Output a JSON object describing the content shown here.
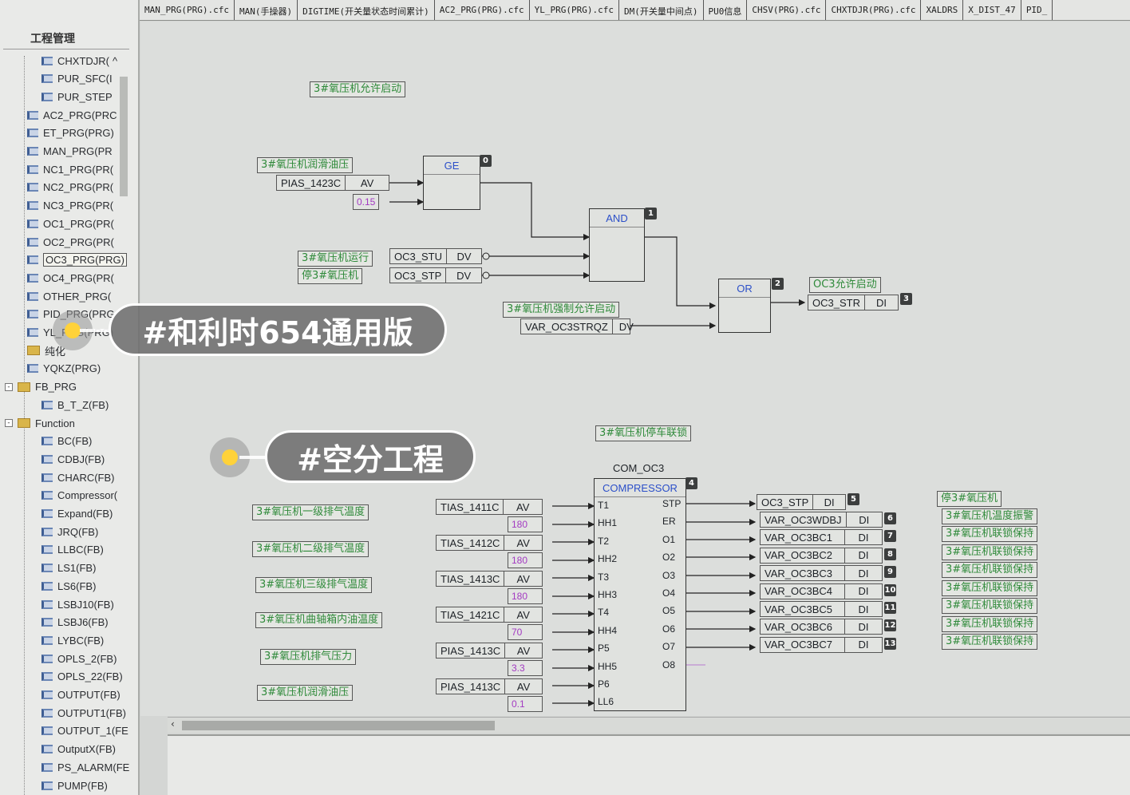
{
  "tree": {
    "title": "工程管理",
    "items": [
      {
        "label": "CHXTDJR(",
        "icon": "program-icon",
        "suffix": "^"
      },
      {
        "label": "PUR_SFC(I",
        "icon": "sfc-icon"
      },
      {
        "label": "PUR_STEP",
        "icon": "list-icon"
      },
      {
        "label": "AC2_PRG(PRC",
        "icon": "program-icon"
      },
      {
        "label": "ET_PRG(PRG)",
        "icon": "program-icon"
      },
      {
        "label": "MAN_PRG(PR",
        "icon": "program-icon"
      },
      {
        "label": "NC1_PRG(PR(",
        "icon": "program-icon"
      },
      {
        "label": "NC2_PRG(PR(",
        "icon": "program-icon"
      },
      {
        "label": "NC3_PRG(PR(",
        "icon": "program-icon"
      },
      {
        "label": "OC1_PRG(PR(",
        "icon": "program-icon"
      },
      {
        "label": "OC2_PRG(PR(",
        "icon": "program-icon"
      },
      {
        "label": "OC3_PRG(PRG)",
        "icon": "program-icon",
        "selected": true
      },
      {
        "label": "OC4_PRG(PR(",
        "icon": "program-icon"
      },
      {
        "label": "OTHER_PRG(",
        "icon": "program-icon"
      },
      {
        "label": "PID_PRG(PRG",
        "icon": "program-icon"
      },
      {
        "label": "YL_PRG(PRG)",
        "icon": "program-icon"
      },
      {
        "label": "纯化",
        "icon": "folder-icon"
      },
      {
        "label": "YQKZ(PRG)",
        "icon": "program-icon"
      },
      {
        "label": "FB_PRG",
        "icon": "folder-icon",
        "expander": "-"
      },
      {
        "label": "B_T_Z(FB)",
        "icon": "list-icon"
      },
      {
        "label": "Function",
        "icon": "folder-icon",
        "expander": "-"
      },
      {
        "label": "BC(FB)",
        "icon": "list-icon"
      },
      {
        "label": "CDBJ(FB)",
        "icon": "program-icon"
      },
      {
        "label": "CHARC(FB)",
        "icon": "program-icon"
      },
      {
        "label": "Compressor(",
        "icon": "fb-icon"
      },
      {
        "label": "Expand(FB)",
        "icon": "fb-icon"
      },
      {
        "label": "JRQ(FB)",
        "icon": "fb-icon"
      },
      {
        "label": "LLBC(FB)",
        "icon": "program-icon"
      },
      {
        "label": "LS1(FB)",
        "icon": "fb-icon"
      },
      {
        "label": "LS6(FB)",
        "icon": "fb-icon"
      },
      {
        "label": "LSBJ10(FB)",
        "icon": "fb-icon"
      },
      {
        "label": "LSBJ6(FB)",
        "icon": "fb-icon"
      },
      {
        "label": "LYBC(FB)",
        "icon": "program-icon"
      },
      {
        "label": "OPLS_2(FB)",
        "icon": "list-icon"
      },
      {
        "label": "OPLS_22(FB)",
        "icon": "list-icon"
      },
      {
        "label": "OUTPUT(FB)",
        "icon": "fb-icon"
      },
      {
        "label": "OUTPUT1(FB)",
        "icon": "fb-icon"
      },
      {
        "label": "OUTPUT_1(FE",
        "icon": "fb-icon"
      },
      {
        "label": "OutputX(FB)",
        "icon": "list-icon"
      },
      {
        "label": "PS_ALARM(FE",
        "icon": "program-icon"
      },
      {
        "label": "PUMP(FB)",
        "icon": "fb-icon"
      }
    ]
  },
  "tabs": [
    "MAN_PRG(PRG).cfc",
    "MAN(手操器)",
    "DIGTIME(开关量状态时间累计)",
    "AC2_PRG(PRG).cfc",
    "YL_PRG(PRG).cfc",
    "DM(开关量中间点)",
    "PU0信息",
    "CHSV(PRG).cfc",
    "CHXTDJR(PRG).cfc",
    "XALDRS",
    "X_DIST_47",
    "PID_"
  ],
  "diagram": {
    "comments": {
      "start_allow": "3#氧压机允许启动",
      "lube_pressure": "3#氧压机润滑油压",
      "running": "3#氧压机运行",
      "stop": "停3#氧压机",
      "force_allow": "3#氧压机强制允许启动",
      "oc3_allow": "OC3允许启动",
      "stop_interlock": "3#氧压机停车联锁",
      "stage1_temp": "3#氧压机一级排气温度",
      "stage2_temp": "3#氧压机二级排气温度",
      "stage3_temp": "3#氧压机三级排气温度",
      "crankcase_temp": "3#氧压机曲轴箱内油温度",
      "exhaust_pressure": "3#氧压机排气压力",
      "lube_pressure2": "3#氧压机润滑油压",
      "stop_out": "停3#氧压机",
      "temp_vibration": "3#氧压机温度振警",
      "interlock_hold": "3#氧压机联锁保持"
    },
    "cells": {
      "pias_1423c": "PIAS_1423C",
      "oc3_stu": "OC3_STU",
      "oc3_stp_in": "OC3_STP",
      "var_oc3strqz": "VAR_OC3STRQZ",
      "oc3_str": "OC3_STR",
      "tias_1411c": "TIAS_1411C",
      "tias_1412c": "TIAS_1412C",
      "tias_1413c": "TIAS_1413C",
      "tias_1421c": "TIAS_1421C",
      "pias_1413c": "PIAS_1413C",
      "pias_1413c_b": "PIAS_1413C",
      "oc3_stp_out": "OC3_STP",
      "var_oc3wdbj": "VAR_OC3WDBJ",
      "var_oc3bc1": "VAR_OC3BC1",
      "var_oc3bc2": "VAR_OC3BC2",
      "var_oc3bc3": "VAR_OC3BC3",
      "var_oc3bc4": "VAR_OC3BC4",
      "var_oc3bc5": "VAR_OC3BC5",
      "var_oc3bc6": "VAR_OC3BC6",
      "var_oc3bc7": "VAR_OC3BC7"
    },
    "types": {
      "av": "AV",
      "dv": "DV",
      "di": "DI"
    },
    "constants": {
      "c015": "0.15",
      "c180a": "180",
      "c180b": "180",
      "c180c": "180",
      "c70": "70",
      "c33": "3.3",
      "c01": "0.1"
    },
    "blocks": {
      "ge": "GE",
      "and": "AND",
      "or": "OR",
      "compressor": "COMPRESSOR"
    },
    "instance_name": "COM_OC3",
    "badges": [
      "0",
      "1",
      "2",
      "3",
      "4",
      "5",
      "6",
      "7",
      "8",
      "9",
      "10",
      "11",
      "12",
      "13"
    ],
    "compressor_inputs": [
      "T1",
      "HH1",
      "T2",
      "HH2",
      "T3",
      "HH3",
      "T4",
      "HH4",
      "P5",
      "HH5",
      "P6",
      "LL6"
    ],
    "compressor_outputs": [
      "STP",
      "ER",
      "O1",
      "O2",
      "O3",
      "O4",
      "O5",
      "O6",
      "O7",
      "O8"
    ]
  },
  "overlay": {
    "tag1": "#和利时654通用版",
    "tag2": "#空分工程"
  },
  "colors": {
    "comment_text": "#2f8a3a",
    "block_name": "#2b4fc9",
    "constant": "#a33ac2",
    "badge": "#3c3e3e"
  }
}
